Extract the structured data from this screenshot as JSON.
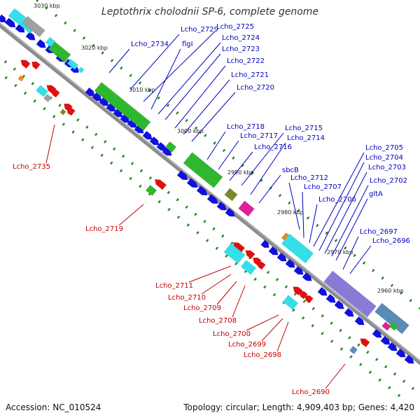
{
  "title": "Leptothrix cholodnii SP-6, complete genome",
  "footer": {
    "accession": "Accession: NC_010524",
    "info": "Topology: circular; Length: 4,909,403 bp; Genes: 4,420"
  },
  "ticks": [
    "3030 kbp",
    "3020 kbp",
    "3010 kbp",
    "3000 kbp",
    "2990 kbp",
    "2980 kbp",
    "2970 kbp",
    "2960 kbp"
  ],
  "blue_labels": [
    "Lcho_2734",
    "Lcho_2729",
    "Lcho_2725",
    "flgI",
    "Lcho_2724",
    "Lcho_2723",
    "Lcho_2722",
    "Lcho_2721",
    "Lcho_2720",
    "Lcho_2718",
    "Lcho_2717",
    "Lcho_2716",
    "Lcho_2715",
    "Lcho_2714",
    "sbcB",
    "Lcho_2712",
    "Lcho_2707",
    "Lcho_2706",
    "Lcho_2705",
    "Lcho_2704",
    "Lcho_2703",
    "Lcho_2702",
    "gltA",
    "Lcho_2697",
    "Lcho_2696"
  ],
  "red_labels": [
    "Lcho_2735",
    "Lcho_2719",
    "Lcho_2711",
    "Lcho_2710",
    "Lcho_2709",
    "Lcho_2708",
    "Lcho_2700",
    "Lcho_2699",
    "Lcho_2698",
    "Lcho_2690"
  ],
  "colors": {
    "backbone": "#8c8c8c",
    "forward_gene": "#1010e0",
    "reverse_gene": "#e01010",
    "blue_label": "#0000c0",
    "red_label": "#c00000",
    "green_dot": "#1a8a1a",
    "cyan": "#33e0e8",
    "green": "#2fb82f",
    "purple": "#8a7ad8",
    "steel": "#5a8ab8",
    "magenta": "#e0209a",
    "olive": "#7a8a2a",
    "orange": "#f08a10",
    "gray": "#a0a0a0"
  }
}
